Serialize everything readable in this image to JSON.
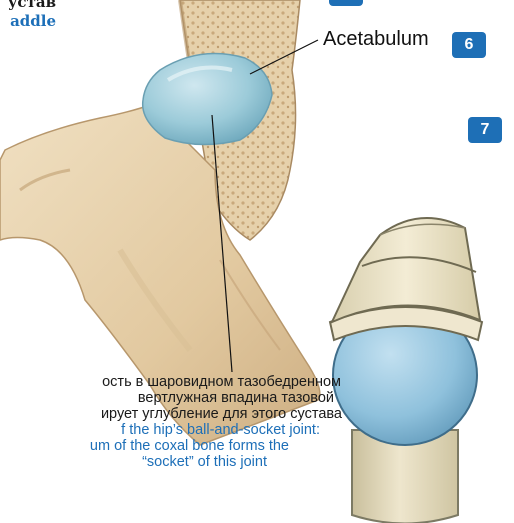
{
  "header": {
    "title_ru": "устав",
    "title_en": "addle"
  },
  "label": {
    "acetabulum": "Acetabulum"
  },
  "badges": [
    "6",
    "7"
  ],
  "caption": {
    "ru": [
      "ость в шаровидном тазобедренном",
      "вертлужная впадина тазовой",
      "ирует углубление для этого сустава"
    ],
    "en": [
      "f the hip’s ball-and-socket joint:",
      "um of the coxal bone forms the",
      "“socket” of this joint"
    ]
  },
  "colors": {
    "accent": "#1e6fb6",
    "bone": "#e8d4b0",
    "cartilage": "#9ccbd9",
    "model_cap": "#ece4c8",
    "model_ball": "#8fc1dc"
  },
  "icons": [
    "femur-head-illustration",
    "hip-joint-model-illustration"
  ]
}
